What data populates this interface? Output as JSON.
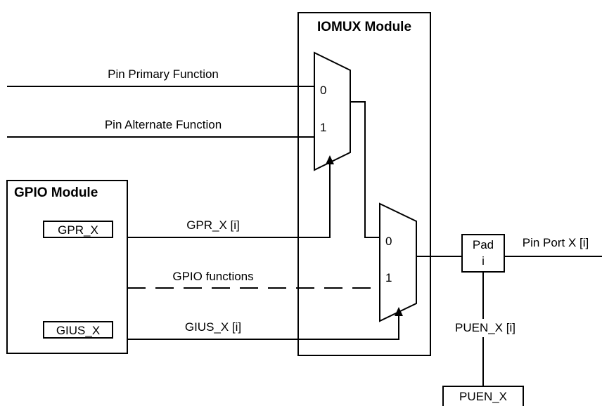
{
  "iomux": {
    "title": "IOMUX Module"
  },
  "gpio": {
    "title": "GPIO Module",
    "registers": {
      "gpr": "GPR_X",
      "gius": "GIUS_X"
    }
  },
  "signals": {
    "primary": "Pin Primary Function",
    "alternate": "Pin Alternate Function",
    "gpr_bit": "GPR_X [i]",
    "gpio_functions": "GPIO functions",
    "gius_bit": "GIUS_X [i]",
    "pin_port": "Pin Port X [i]",
    "puen_bit": "PUEN_X [i]"
  },
  "mux_top": {
    "in0": "0",
    "in1": "1"
  },
  "mux_bottom": {
    "in0": "0",
    "in1": "1"
  },
  "pad": {
    "label": "Pad",
    "index": "i"
  },
  "puen": {
    "register": "PUEN_X"
  }
}
